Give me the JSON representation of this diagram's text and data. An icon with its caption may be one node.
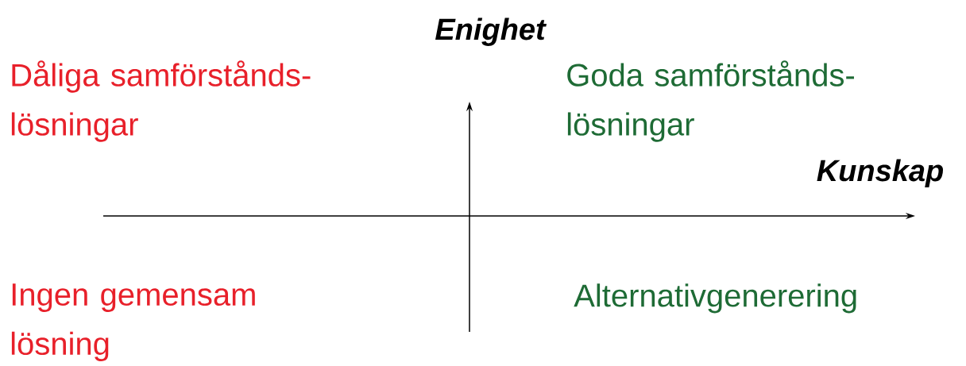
{
  "diagram": {
    "labels": [
      "Enighet",
      "Dåliga samförstånds- lösningar",
      "Goda samförstånds- lösningar",
      "Kunskap",
      "Ingen gemensam lösning",
      "Alternativgenerering"
    ]
  }
}
